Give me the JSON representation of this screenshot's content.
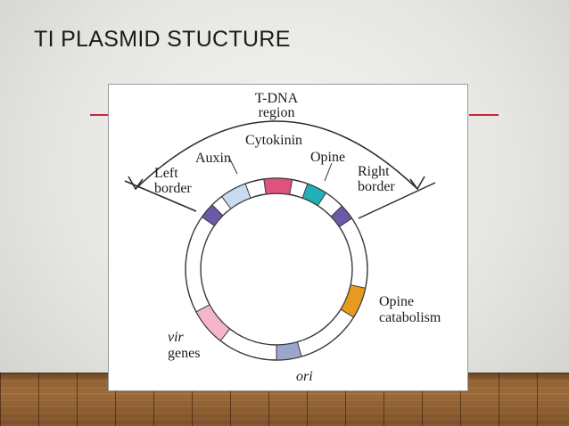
{
  "slide": {
    "title": "TI PLASMID STUCTURE"
  },
  "diagram": {
    "tdna_region": {
      "line1": "T-DNA",
      "line2": "region"
    },
    "labels": {
      "cytokinin": "Cytokinin",
      "auxin": "Auxin",
      "opine": "Opine",
      "left_border_1": "Left",
      "left_border_2": "border",
      "right_border_1": "Right",
      "right_border_2": "border",
      "opine_catabolism_1": "Opine",
      "opine_catabolism_2": "catabolism",
      "vir_1": "vir",
      "vir_2": "genes",
      "ori": "ori"
    },
    "colors": {
      "border_segments": "#6a5aa8",
      "auxin": "#c9dcef",
      "cytokinin": "#e0527e",
      "opine": "#20b1b8",
      "opine_catabolism": "#e69a1f",
      "vir_genes": "#f4b6c8",
      "ori": "#9aa6cc",
      "accent_line": "#c5283d"
    }
  }
}
